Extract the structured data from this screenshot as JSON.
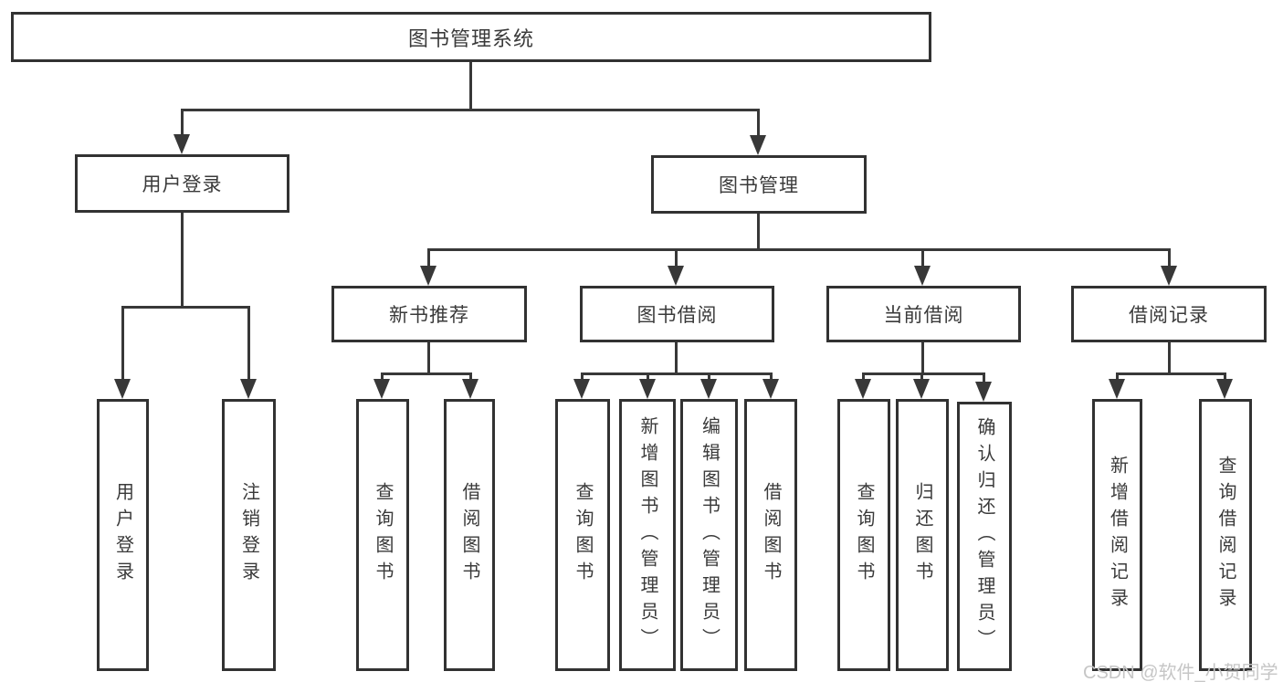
{
  "title": "图书管理系统",
  "watermark": "CSDN @软件_小贺同学",
  "colors": {
    "line": "#383838",
    "border": "#323232",
    "text": "#3a3a3a",
    "background": "#ffffff",
    "watermark": "#c6c6c6"
  },
  "root": {
    "label": "图书管理系统"
  },
  "level2": [
    {
      "label": "用户登录"
    },
    {
      "label": "图书管理"
    }
  ],
  "level3": [
    {
      "label": "新书推荐"
    },
    {
      "label": "图书借阅"
    },
    {
      "label": "当前借阅"
    },
    {
      "label": "借阅记录"
    }
  ],
  "leaves": [
    {
      "label": "用户登录"
    },
    {
      "label": "注销登录"
    },
    {
      "label": "查询图书"
    },
    {
      "label": "借阅图书"
    },
    {
      "label": "查询图书"
    },
    {
      "label": "新增图书（管理员）"
    },
    {
      "label": "编辑图书（管理员）"
    },
    {
      "label": "借阅图书"
    },
    {
      "label": "查询图书"
    },
    {
      "label": "归还图书"
    },
    {
      "label": "确认归还（管理员）"
    },
    {
      "label": "新增借阅记录"
    },
    {
      "label": "查询借阅记录"
    }
  ]
}
